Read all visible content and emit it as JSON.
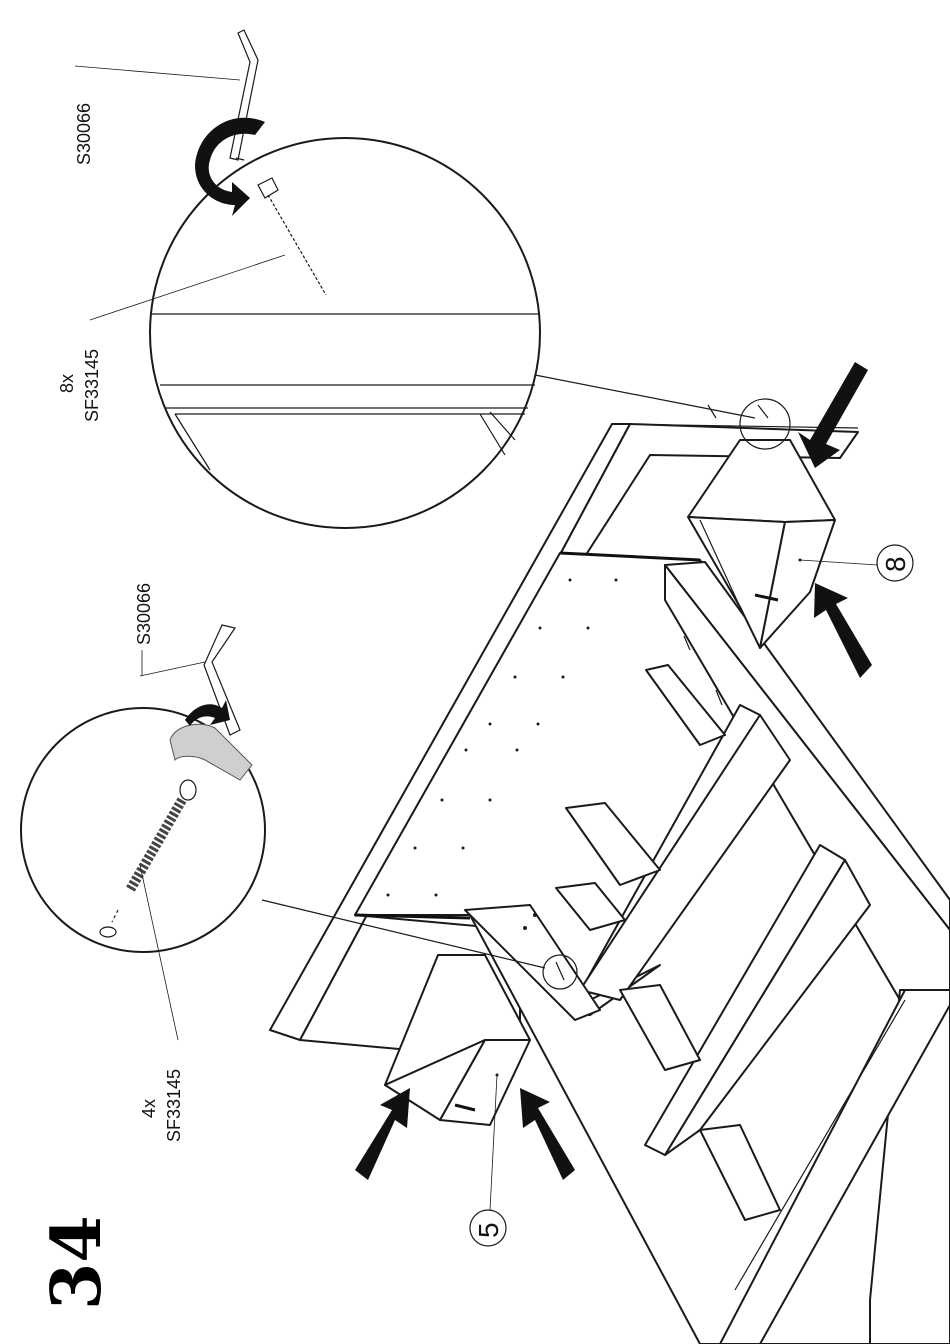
{
  "step_number": "34",
  "labels": {
    "tool_top": "S30066",
    "tool_left": "S30066",
    "screw_top_qty": "8x",
    "screw_top_code": "SF33145",
    "screw_left_qty": "4x",
    "screw_left_code": "SF33145"
  },
  "callouts": {
    "part_top": "8",
    "part_bottom": "5"
  }
}
